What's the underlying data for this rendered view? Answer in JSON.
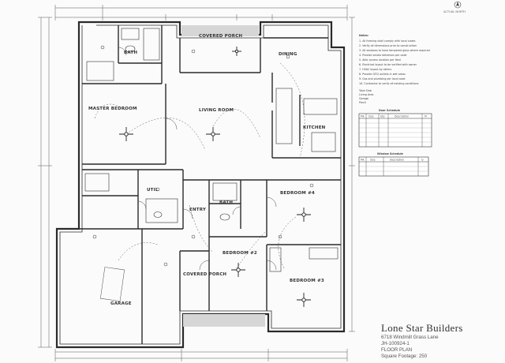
{
  "rooms": {
    "covered_porch_rear": "COVERED PORCH",
    "dining": "DINING",
    "bath_master": "BATH",
    "master_bedroom": "MASTER BEDROOM",
    "living_room": "LIVING ROOM",
    "kitchen": "KITCHEN",
    "bedroom_4": "BEDROOM #4",
    "bath_2": "BATH",
    "entry": "ENTRY",
    "bedroom_2": "BEDROOM #2",
    "bedroom_3": "BEDROOM #3",
    "covered_porch_front": "COVERED PORCH",
    "garage": "GARAGE",
    "utility": "UTIL"
  },
  "tables": {
    "door_schedule_title": "Door Schedule",
    "door_headers": [
      "Mk",
      "Size",
      "Qty",
      "Description",
      "M"
    ],
    "door_rows": 6,
    "window_schedule_title": "Window Schedule",
    "window_headers": [
      "Mk",
      "Size",
      "Description",
      "Q"
    ],
    "window_rows": 3
  },
  "notes": {
    "title": "Notes:",
    "lines": [
      "1. All framing shall comply with local codes",
      "2. Verify all dimensions prior to construction",
      "3. All windows to have tempered glass where required",
      "4. Provide smoke detectors per code",
      "5. Attic access location per field",
      "6. Electrical layout to be verified with owner",
      "7. HVAC layout by others",
      "8. Provide GFCI outlets in wet areas",
      "9. Gas and plumbing per local code",
      "10. Contractor to verify all existing conditions"
    ],
    "sqft_labels": [
      "Total Slab",
      "Living Area",
      "Garage",
      "Porch"
    ]
  },
  "title_block": {
    "company": "Lone Star Builders",
    "address": "6718 Windmill Grass Lane",
    "job": "JH-100924-1",
    "sheet": "FLOOR PLAN",
    "sqft": "Square Footage: 250"
  },
  "compass": {
    "icon": "north-arrow-icon",
    "label": "ACTUAL NORTH"
  },
  "colors": {
    "line": "#2a2a2a",
    "fill": "#d9d9d9",
    "paper": "#fbfbfb"
  }
}
